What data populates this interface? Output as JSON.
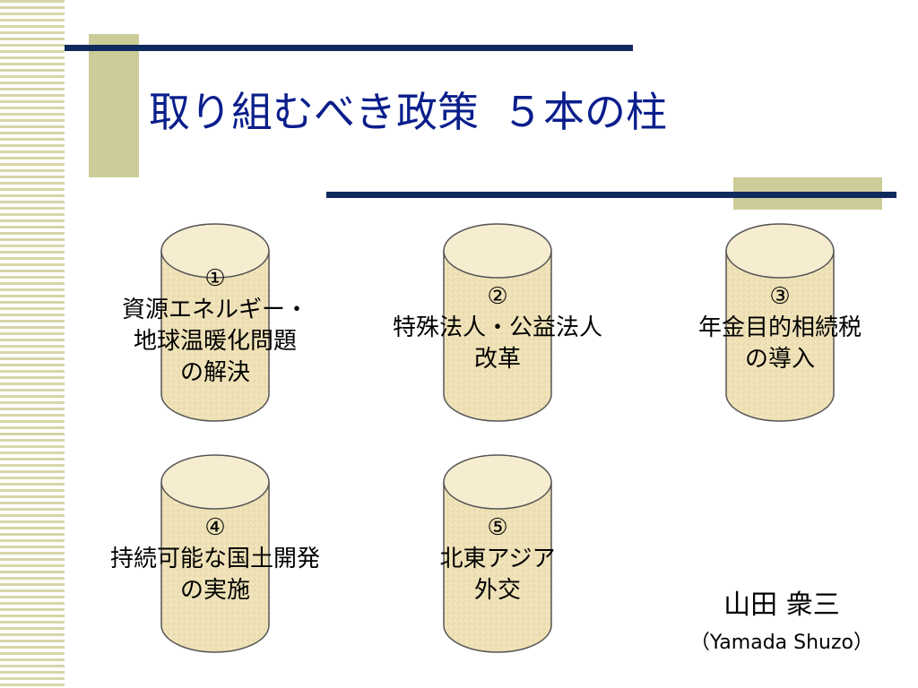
{
  "slide": {
    "title_main": "取り組むべき政策",
    "title_num": "５本の柱"
  },
  "pillars": [
    {
      "number": "①",
      "lines": [
        "資源エネルギー・",
        "地球温暖化問題",
        "の解決"
      ]
    },
    {
      "number": "②",
      "lines": [
        "特殊法人・公益法人",
        "改革"
      ]
    },
    {
      "number": "③",
      "lines": [
        "年金目的相続税",
        "の導入"
      ]
    },
    {
      "number": "④",
      "lines": [
        "持続可能な国土開発",
        "の実施"
      ]
    },
    {
      "number": "⑤",
      "lines": [
        "北東アジア",
        "外交"
      ]
    }
  ],
  "author": {
    "name": "山田 衆三",
    "romaji": "（Yamada Shuzo）"
  },
  "colors": {
    "title": "#0a1e8c",
    "rule": "#0f2a5c",
    "accent_block": "#cccc99",
    "stripes": "#d6d6a8",
    "pillar_fill": "#efe2b8",
    "pillar_stroke": "#555555"
  }
}
